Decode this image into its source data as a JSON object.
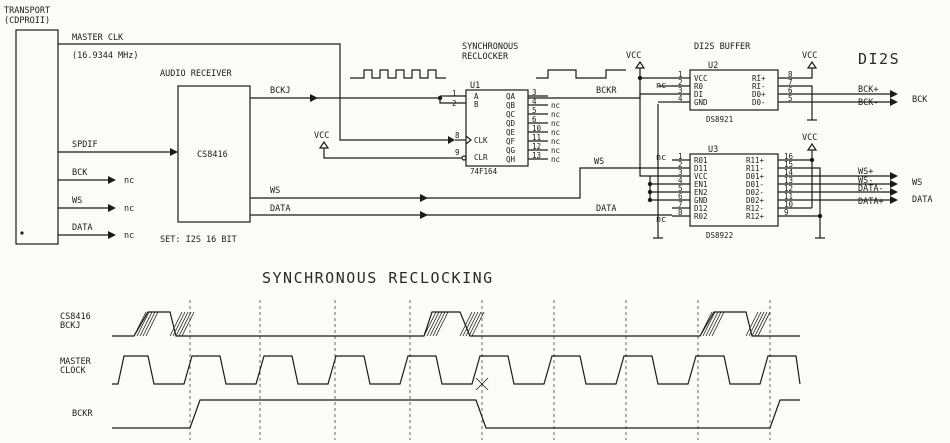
{
  "top": {
    "transport": "TRANSPORT",
    "cdproii": "(CDPROII)",
    "master_clk": "MASTER CLK",
    "freq": "(16.9344 MHz)",
    "audio_receiver": "AUDIO RECEIVER",
    "cs8416": "CS8416",
    "set": "SET: I2S 16 BIT",
    "spdif": "SPDIF",
    "bck": "BCK",
    "ws": "WS",
    "data": "DATA",
    "nc": "nc",
    "bckj": "BCKJ",
    "sync_line1": "SYNCHRONOUS",
    "sync_line2": "RECLOCKER",
    "u1": "U1",
    "u1_part": "74F164",
    "vcc": "VCC",
    "bckr": "BCKR",
    "di2s_buffer": "DI2S BUFFER",
    "di2s": "DI2S",
    "u2": "U2",
    "u2_part": "DS8921",
    "u3": "U3",
    "u3_part": "DS8922",
    "bck_plus": "BCK+",
    "bck_minus": "BCK-",
    "bck_out": "BCK",
    "ws_plus": "WS+",
    "ws_minus": "WS-",
    "data_minus": "DATA-",
    "data_plus": "DATA+",
    "ws_out": "WS",
    "data_out": "DATA"
  },
  "u1_pins": {
    "a": "A",
    "b": "B",
    "clk": "CLK",
    "clr": "CLR",
    "p1": "1",
    "p2": "2",
    "p8": "8",
    "p9": "9",
    "outs": [
      "QA",
      "QB",
      "QC",
      "QD",
      "QE",
      "QF",
      "QG",
      "QH"
    ],
    "out_nums": [
      "3",
      "4",
      "5",
      "6",
      "10",
      "11",
      "12",
      "13"
    ]
  },
  "u2_pins": {
    "left": [
      "VCC",
      "R0",
      "DI",
      "GND"
    ],
    "left_nums": [
      "1",
      "2",
      "3",
      "4"
    ],
    "right": [
      "RI+",
      "RI-",
      "D0+",
      "D0-"
    ],
    "right_nums": [
      "8",
      "7",
      "6",
      "5"
    ]
  },
  "u3_pins": {
    "left": [
      "R01",
      "D11",
      "VCC",
      "EN1",
      "EN2",
      "GND",
      "D12",
      "R02"
    ],
    "left_nums": [
      "1",
      "2",
      "3",
      "4",
      "5",
      "6",
      "7",
      "8"
    ],
    "right": [
      "R11+",
      "R11-",
      "D01+",
      "D01-",
      "D02-",
      "D02+",
      "R12-",
      "R12+"
    ],
    "right_nums": [
      "16",
      "15",
      "14",
      "13",
      "12",
      "11",
      "10",
      "9"
    ]
  },
  "timing": {
    "title": "SYNCHRONOUS RECLOCKING",
    "bckj_l1": "CS8416",
    "bckj_l2": "BCKJ",
    "mclk_l1": "MASTER",
    "mclk_l2": "CLOCK",
    "bckr": "BCKR"
  }
}
